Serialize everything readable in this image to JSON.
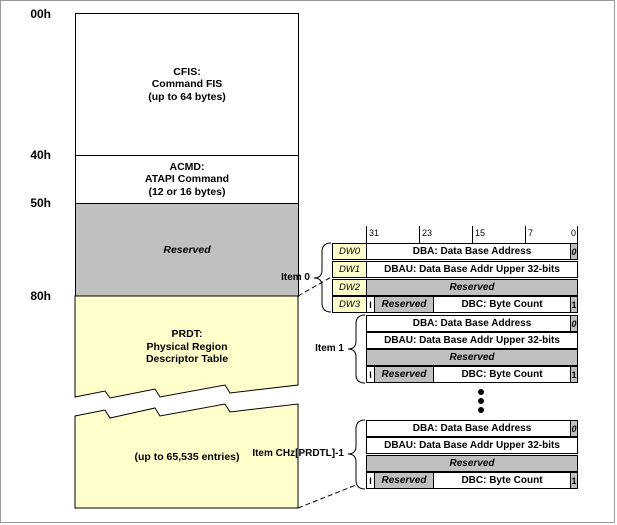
{
  "memory_map": {
    "offsets": [
      "00h",
      "40h",
      "50h",
      "80h"
    ],
    "cfis": [
      "CFIS:",
      "Command FIS",
      "(up to 64 bytes)"
    ],
    "acmd": [
      "ACMD:",
      "ATAPI Command",
      "(12 or 16 bytes)"
    ],
    "reserved": "Reserved",
    "prdt": [
      "PRDT:",
      "Physical Region",
      "Descriptor Table"
    ],
    "entries": "(up to 65,535 entries)"
  },
  "prd_entry": {
    "bit_labels": [
      "31",
      "23",
      "15",
      "7",
      "0"
    ],
    "dwords": [
      "DW0",
      "DW1",
      "DW2",
      "DW3"
    ],
    "dba": "DBA: Data Base Address",
    "dba_bit0": "0",
    "dbau": "DBAU: Data Base Addr Upper 32-bits",
    "reserved": "Reserved",
    "interrupt_bit": "I",
    "dw3_reserved": "Reserved",
    "dbc": "DBC: Byte Count",
    "dbc_bit0": "1"
  },
  "items": [
    "Item 0",
    "Item 1",
    "Item CHz[PRDTL]-1"
  ],
  "colors": {
    "reserved_gray": "#c0c0c0",
    "prdt_yellow": "#ffffcc",
    "border": "#000000"
  }
}
